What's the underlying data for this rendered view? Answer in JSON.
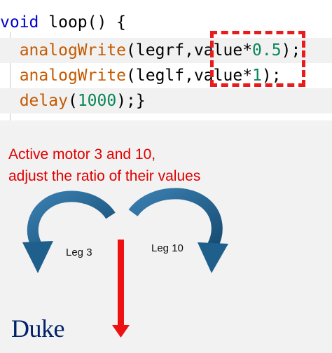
{
  "code": {
    "line1": {
      "kw": "void",
      "fn": "loop",
      "rest": "() {"
    },
    "line2": {
      "fn": "analogWrite",
      "open": "(legrf,value*",
      "num": "0.5",
      "close": ");"
    },
    "line3": {
      "fn": "analogWrite",
      "open": "(leglf,value*",
      "num": "1",
      "close": ");"
    },
    "line4": {
      "fn": "delay",
      "open": "(",
      "num": "1000",
      "close": ");}"
    }
  },
  "caption": {
    "line1": "Active motor 3 and 10,",
    "line2": "adjust the ratio of their values"
  },
  "legs": {
    "left": "Leg 3",
    "right": "Leg 10"
  },
  "logo": "Duke",
  "colors": {
    "highlight": "#e81c1c",
    "caption_text": "#e00000",
    "arrow_blue": "#1f5f8b",
    "arrow_red": "#ee1111",
    "duke_blue": "#012169"
  }
}
